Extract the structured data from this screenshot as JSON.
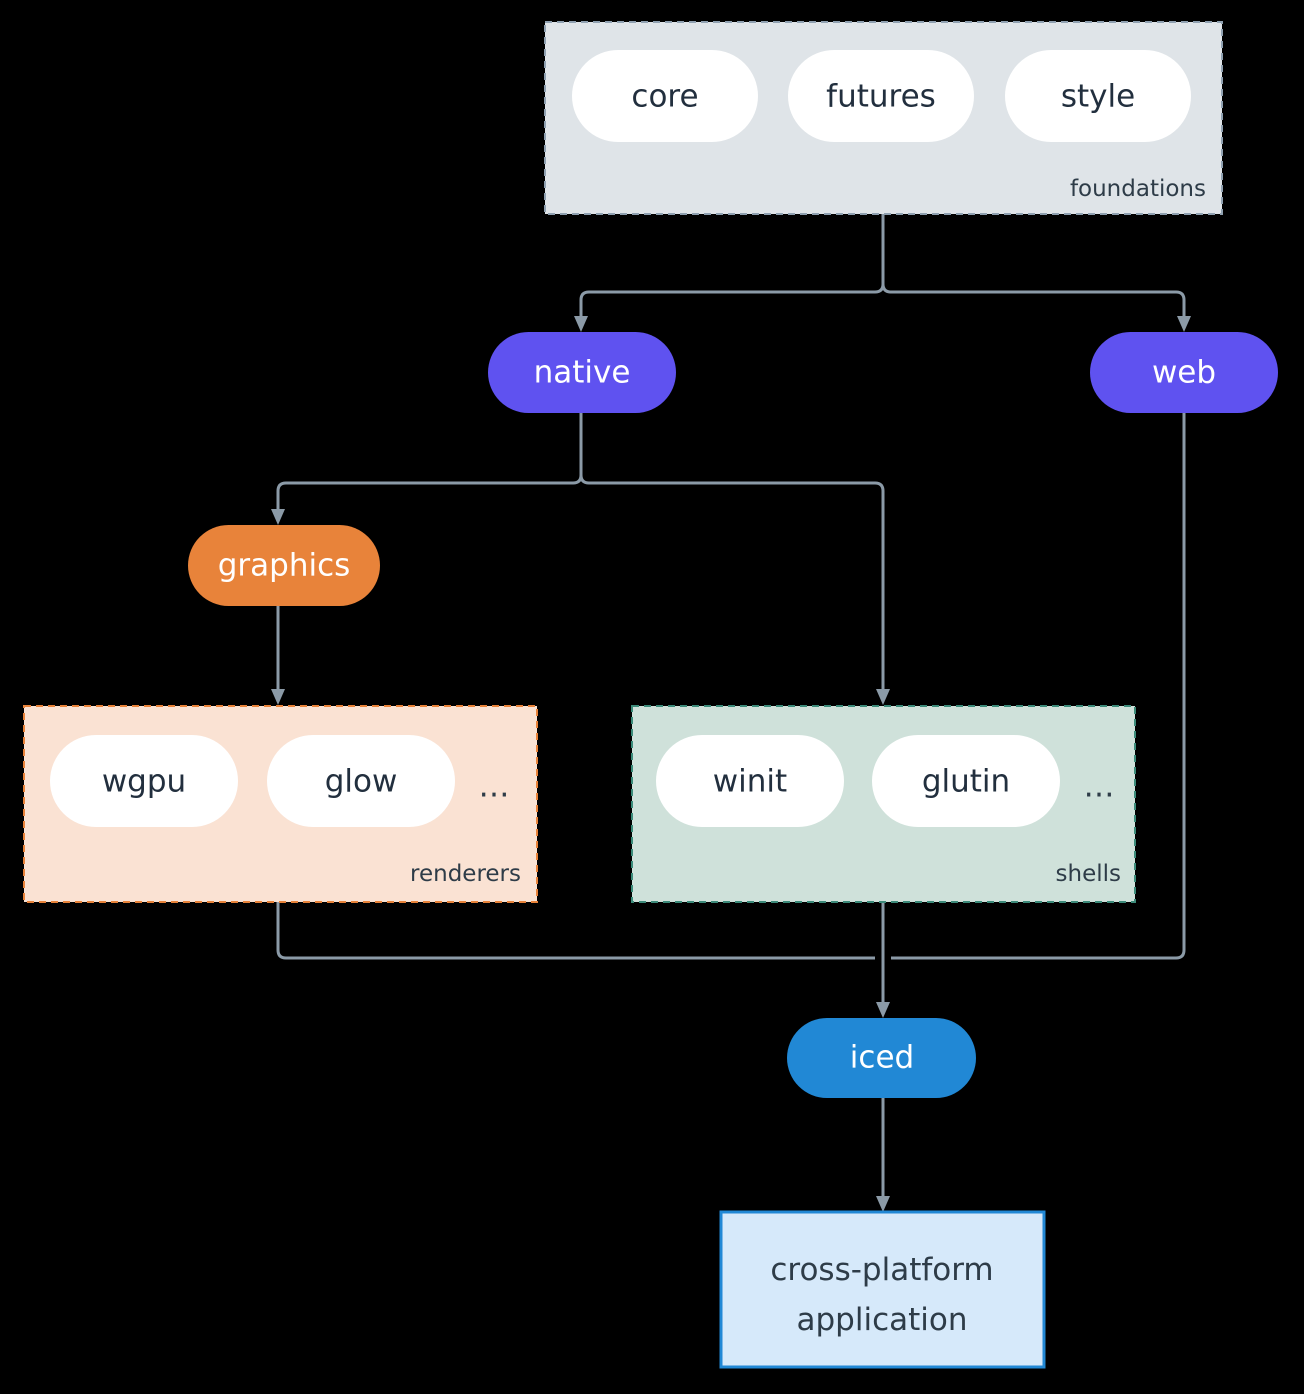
{
  "diagram": {
    "type": "architecture-flowchart",
    "background_color": "#000000",
    "edge_color": "#8b9aa7",
    "clusters": [
      {
        "id": "foundations",
        "label": "foundations",
        "fill": "#dfe4e8",
        "border": "#8fa0b0",
        "border_style": "dashed",
        "members": [
          "core",
          "futures",
          "style"
        ]
      },
      {
        "id": "renderers",
        "label": "renderers",
        "fill": "#fae2d3",
        "border": "#e8833a",
        "border_style": "dashed",
        "members": [
          "wgpu",
          "glow",
          "..."
        ]
      },
      {
        "id": "shells",
        "label": "shells",
        "fill": "#cfe1da",
        "border": "#3d8b7a",
        "border_style": "dashed",
        "members": [
          "winit",
          "glutin",
          "..."
        ]
      }
    ],
    "nodes": {
      "core": {
        "label": "core",
        "fill": "#ffffff",
        "text_color": "#222f3e",
        "shape": "pill"
      },
      "futures": {
        "label": "futures",
        "fill": "#ffffff",
        "text_color": "#222f3e",
        "shape": "pill"
      },
      "style": {
        "label": "style",
        "fill": "#ffffff",
        "text_color": "#222f3e",
        "shape": "pill"
      },
      "native": {
        "label": "native",
        "fill": "#5f52f0",
        "text_color": "#ffffff",
        "shape": "pill"
      },
      "web": {
        "label": "web",
        "fill": "#5f52f0",
        "text_color": "#ffffff",
        "shape": "pill"
      },
      "graphics": {
        "label": "graphics",
        "fill": "#e8833a",
        "text_color": "#ffffff",
        "shape": "pill"
      },
      "wgpu": {
        "label": "wgpu",
        "fill": "#ffffff",
        "text_color": "#222f3e",
        "shape": "pill"
      },
      "glow": {
        "label": "glow",
        "fill": "#ffffff",
        "text_color": "#222f3e",
        "shape": "pill"
      },
      "renderers_more": {
        "label": "…",
        "shape": "text"
      },
      "winit": {
        "label": "winit",
        "fill": "#ffffff",
        "text_color": "#222f3e",
        "shape": "pill"
      },
      "glutin": {
        "label": "glutin",
        "fill": "#ffffff",
        "text_color": "#222f3e",
        "shape": "pill"
      },
      "shells_more": {
        "label": "…",
        "shape": "text"
      },
      "iced": {
        "label": "iced",
        "fill": "#2188d5",
        "text_color": "#ffffff",
        "shape": "pill"
      },
      "application": {
        "label_line1": "cross-platform",
        "label_line2": "application",
        "fill": "#d6e9fa",
        "border": "#2188d5",
        "text_color": "#2e3c48",
        "shape": "rect"
      }
    },
    "edges": [
      {
        "from": "foundations",
        "to": "native"
      },
      {
        "from": "foundations",
        "to": "web"
      },
      {
        "from": "native",
        "to": "graphics"
      },
      {
        "from": "native",
        "to": "shells"
      },
      {
        "from": "graphics",
        "to": "renderers"
      },
      {
        "from": "renderers",
        "to": "iced"
      },
      {
        "from": "shells",
        "to": "iced"
      },
      {
        "from": "web",
        "to": "iced"
      },
      {
        "from": "iced",
        "to": "application"
      }
    ]
  }
}
